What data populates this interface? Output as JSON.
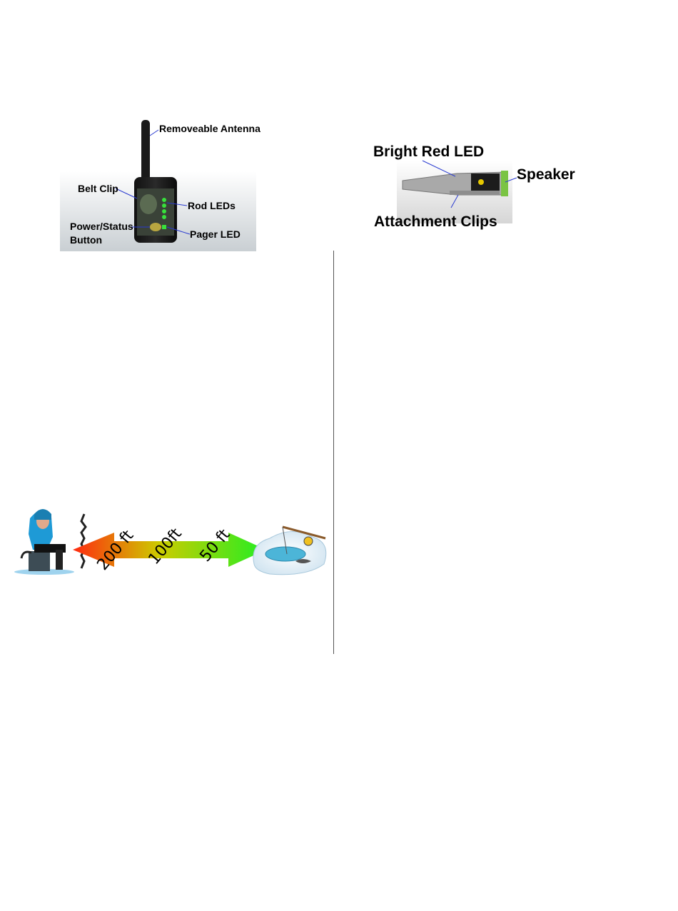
{
  "pager_figure": {
    "labels": {
      "antenna": "Removeable Antenna",
      "belt_clip": "Belt Clip",
      "rod_leds": "Rod LEDs",
      "power_line1": "Power/Status",
      "power_line2": "Button",
      "pager_led": "Pager LED"
    }
  },
  "rod_unit_figure": {
    "labels": {
      "red_led": "Bright Red LED",
      "speaker": "Speaker",
      "clips": "Attachment Clips"
    }
  },
  "range_figure": {
    "distances": [
      "200 ft",
      "100ft",
      "50 ft"
    ],
    "colors": {
      "near": "#22ee22",
      "mid": "#cccc00",
      "far": "#ff2a10"
    }
  }
}
